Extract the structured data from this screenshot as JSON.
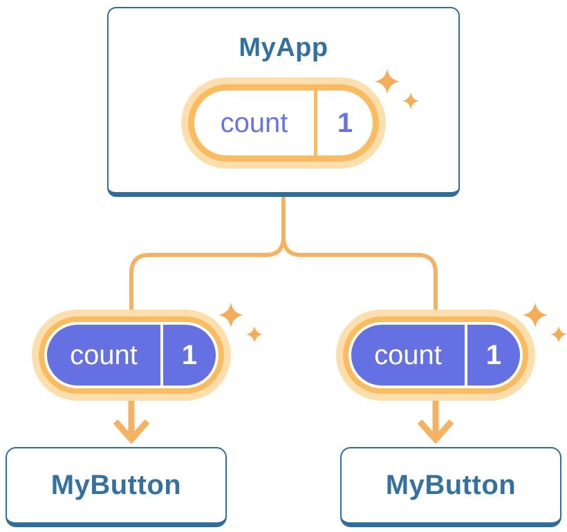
{
  "diagram": {
    "root": {
      "label": "MyApp",
      "state": {
        "name": "count",
        "value": "1"
      }
    },
    "children": [
      {
        "label": "MyButton",
        "state": {
          "name": "count",
          "value": "1"
        }
      },
      {
        "label": "MyButton",
        "state": {
          "name": "count",
          "value": "1"
        }
      }
    ],
    "colors": {
      "card_border": "#2F6D9A",
      "card_text": "#35719E",
      "pill_halo": "#FCDFAD",
      "pill_ring": "#FABB61",
      "pill_fill": "#6571E0",
      "pill_text_purple": "#6673E2",
      "pill_text_light": "#FFFFFF",
      "connector": "#F4B262",
      "sparkle": "#F3AC58"
    }
  }
}
